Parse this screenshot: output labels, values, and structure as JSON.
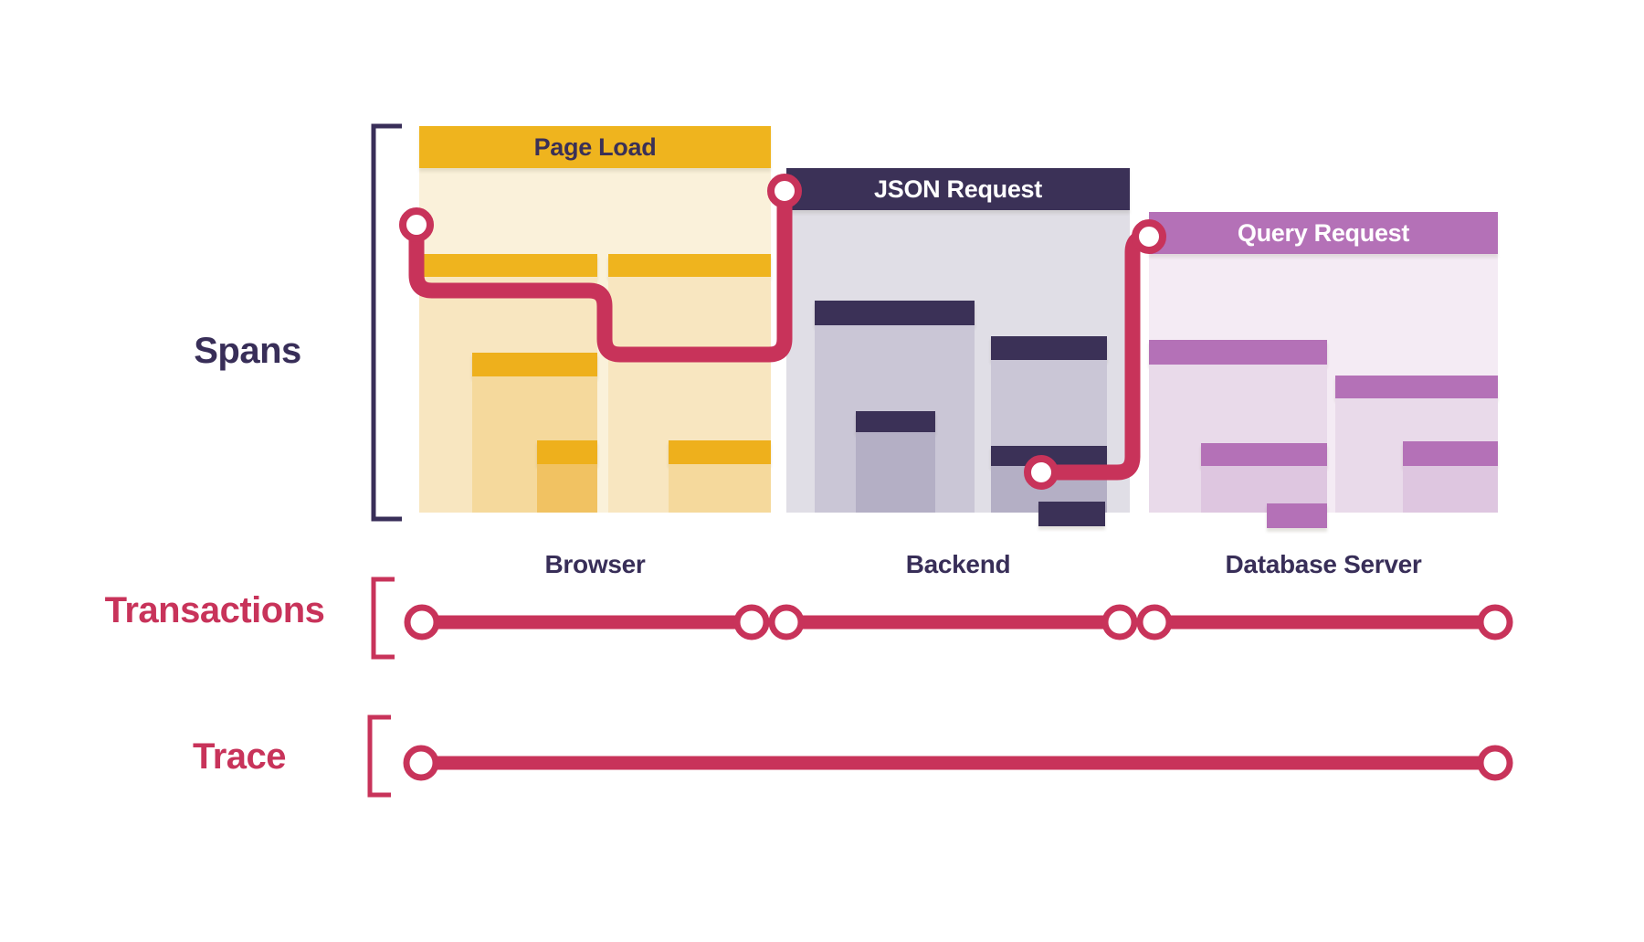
{
  "sections": {
    "spans": {
      "label": "Spans"
    },
    "transactions": {
      "label": "Transactions"
    },
    "trace": {
      "label": "Trace"
    }
  },
  "panels": [
    {
      "title": "Page Load",
      "caption": "Browser",
      "theme": "gold"
    },
    {
      "title": "JSON Request",
      "caption": "Backend",
      "theme": "navy"
    },
    {
      "title": "Query Request",
      "caption": "Database Server",
      "theme": "purple"
    }
  ],
  "colors": {
    "accent_red": "#c8335a",
    "gold_header": "#efb41e",
    "navy_header": "#3b3157",
    "purple_header": "#b471b7",
    "text_dark": "#382e58",
    "background": "#ffffff"
  }
}
